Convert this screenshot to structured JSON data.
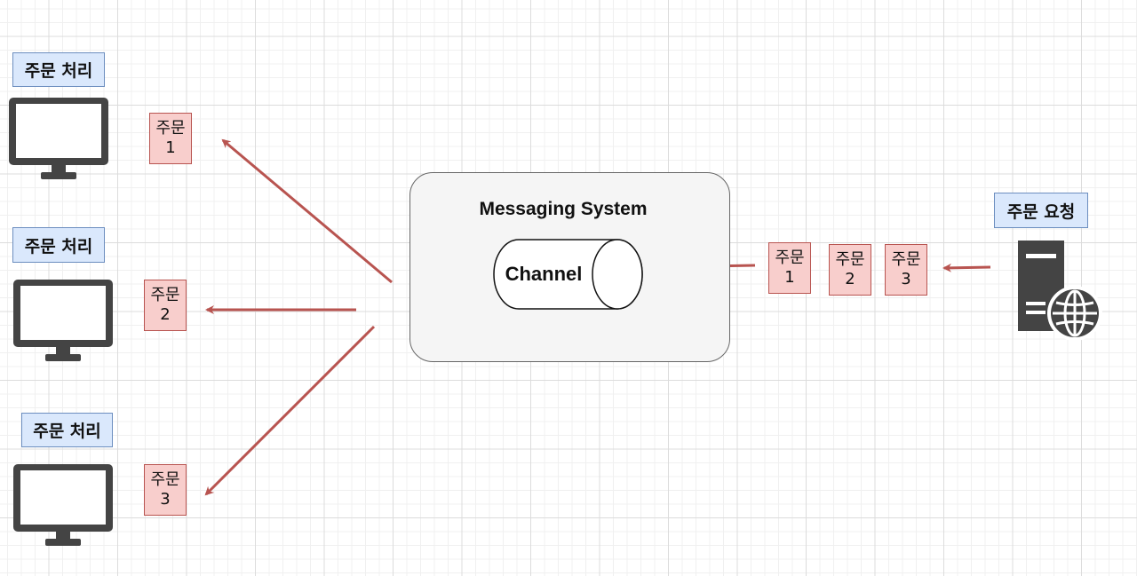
{
  "processors": [
    {
      "label": "주문 처리"
    },
    {
      "label": "주문 처리"
    },
    {
      "label": "주문 처리"
    }
  ],
  "requester": {
    "label": "주문 요청"
  },
  "system": {
    "title": "Messaging System",
    "channel": "Channel"
  },
  "outgoing_messages": [
    {
      "line1": "주문",
      "line2": "1"
    },
    {
      "line1": "주문",
      "line2": "2"
    },
    {
      "line1": "주문",
      "line2": "3"
    }
  ],
  "incoming_messages": [
    {
      "line1": "주문",
      "line2": "1"
    },
    {
      "line1": "주문",
      "line2": "2"
    },
    {
      "line1": "주문",
      "line2": "3"
    }
  ],
  "icons": {
    "processor": "monitor-icon",
    "requester": "web-server-icon"
  },
  "colors": {
    "arrow": "#b85450",
    "message_fill": "#f8cecc",
    "label_fill": "#dae8fc",
    "icon": "#444444"
  }
}
